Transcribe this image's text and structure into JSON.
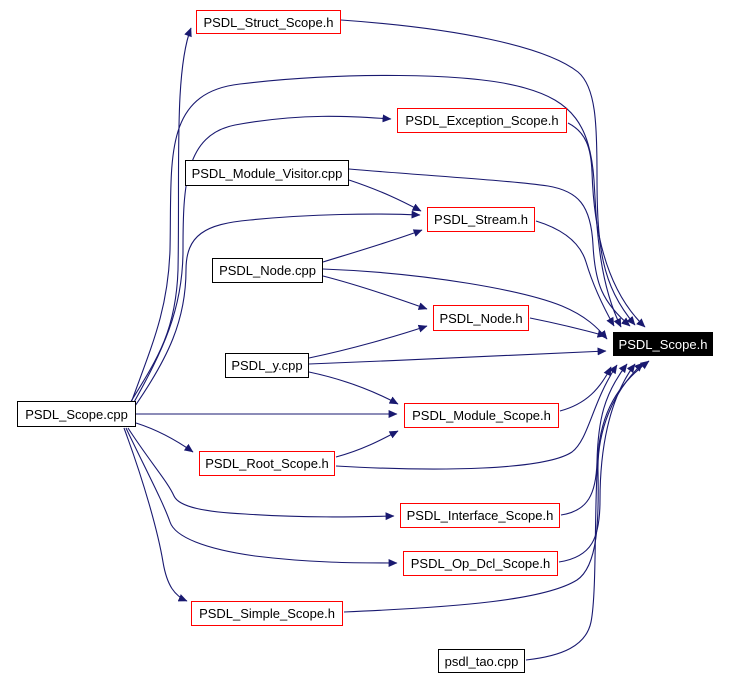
{
  "graph": {
    "kind": "include-dependency-graph",
    "focus": "PSDL_Scope.h"
  },
  "colors": {
    "edge-color": "#191970",
    "header-border": "#ff0000",
    "source-border": "#000000",
    "main-bg": "#000000",
    "main-text": "#ffffff",
    "node-bg": "#ffffff",
    "node-text": "#000000",
    "page-bg": "#ffffff"
  },
  "nodes": [
    {
      "id": "psdl-struct-scope-h",
      "label": "PSDL_Struct_Scope.h",
      "kind": "header"
    },
    {
      "id": "psdl-exception-scope-h",
      "label": "PSDL_Exception_Scope.h",
      "kind": "header"
    },
    {
      "id": "psdl-module-visitor-cpp",
      "label": "PSDL_Module_Visitor.cpp",
      "kind": "source"
    },
    {
      "id": "psdl-stream-h",
      "label": "PSDL_Stream.h",
      "kind": "header"
    },
    {
      "id": "psdl-node-cpp",
      "label": "PSDL_Node.cpp",
      "kind": "source"
    },
    {
      "id": "psdl-node-h",
      "label": "PSDL_Node.h",
      "kind": "header"
    },
    {
      "id": "psdl-y-cpp",
      "label": "PSDL_y.cpp",
      "kind": "source"
    },
    {
      "id": "psdl-scope-cpp",
      "label": "PSDL_Scope.cpp",
      "kind": "source"
    },
    {
      "id": "psdl-module-scope-h",
      "label": "PSDL_Module_Scope.h",
      "kind": "header"
    },
    {
      "id": "psdl-root-scope-h",
      "label": "PSDL_Root_Scope.h",
      "kind": "header"
    },
    {
      "id": "psdl-interface-scope-h",
      "label": "PSDL_Interface_Scope.h",
      "kind": "header"
    },
    {
      "id": "psdl-op-dcl-scope-h",
      "label": "PSDL_Op_Dcl_Scope.h",
      "kind": "header"
    },
    {
      "id": "psdl-simple-scope-h",
      "label": "PSDL_Simple_Scope.h",
      "kind": "header"
    },
    {
      "id": "psdl-tao-cpp",
      "label": "psdl_tao.cpp",
      "kind": "source"
    },
    {
      "id": "psdl-scope-h",
      "label": "PSDL_Scope.h",
      "kind": "main"
    }
  ],
  "edges": [
    {
      "from": "psdl-scope-cpp",
      "to": "psdl-struct-scope-h"
    },
    {
      "from": "psdl-scope-cpp",
      "to": "psdl-exception-scope-h"
    },
    {
      "from": "psdl-scope-cpp",
      "to": "psdl-stream-h"
    },
    {
      "from": "psdl-scope-cpp",
      "to": "psdl-scope-h"
    },
    {
      "from": "psdl-scope-cpp",
      "to": "psdl-module-scope-h"
    },
    {
      "from": "psdl-scope-cpp",
      "to": "psdl-root-scope-h"
    },
    {
      "from": "psdl-scope-cpp",
      "to": "psdl-interface-scope-h"
    },
    {
      "from": "psdl-scope-cpp",
      "to": "psdl-op-dcl-scope-h"
    },
    {
      "from": "psdl-scope-cpp",
      "to": "psdl-simple-scope-h"
    },
    {
      "from": "psdl-module-visitor-cpp",
      "to": "psdl-stream-h"
    },
    {
      "from": "psdl-module-visitor-cpp",
      "to": "psdl-scope-h"
    },
    {
      "from": "psdl-node-cpp",
      "to": "psdl-stream-h"
    },
    {
      "from": "psdl-node-cpp",
      "to": "psdl-node-h"
    },
    {
      "from": "psdl-node-cpp",
      "to": "psdl-scope-h"
    },
    {
      "from": "psdl-y-cpp",
      "to": "psdl-node-h"
    },
    {
      "from": "psdl-y-cpp",
      "to": "psdl-scope-h"
    },
    {
      "from": "psdl-y-cpp",
      "to": "psdl-module-scope-h"
    },
    {
      "from": "psdl-struct-scope-h",
      "to": "psdl-scope-h"
    },
    {
      "from": "psdl-exception-scope-h",
      "to": "psdl-scope-h"
    },
    {
      "from": "psdl-stream-h",
      "to": "psdl-scope-h"
    },
    {
      "from": "psdl-node-h",
      "to": "psdl-scope-h"
    },
    {
      "from": "psdl-module-scope-h",
      "to": "psdl-scope-h"
    },
    {
      "from": "psdl-root-scope-h",
      "to": "psdl-module-scope-h"
    },
    {
      "from": "psdl-root-scope-h",
      "to": "psdl-scope-h"
    },
    {
      "from": "psdl-interface-scope-h",
      "to": "psdl-scope-h"
    },
    {
      "from": "psdl-op-dcl-scope-h",
      "to": "psdl-scope-h"
    },
    {
      "from": "psdl-simple-scope-h",
      "to": "psdl-scope-h"
    },
    {
      "from": "psdl-tao-cpp",
      "to": "psdl-scope-h"
    }
  ]
}
